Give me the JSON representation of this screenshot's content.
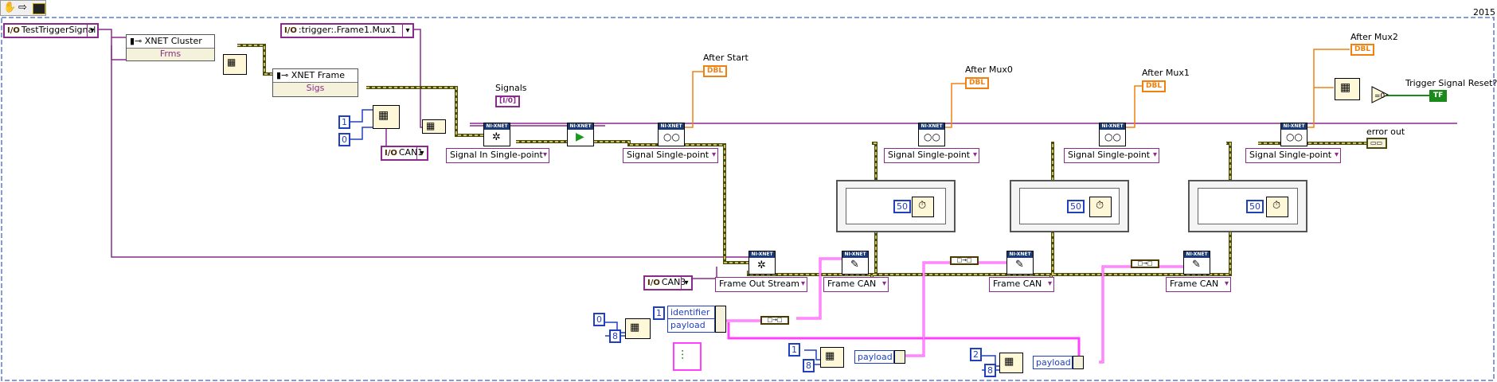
{
  "toolbar": {
    "version_label": "2015"
  },
  "controls": {
    "test_trigger_signal": "TestTriggerSignal",
    "trigger_frame_mux": ":trigger:.Frame1.Mux1",
    "can1": "CAN1",
    "can3": "CAN3"
  },
  "clusters": {
    "xnet_cluster": {
      "title": "XNET Cluster",
      "property": "Frms"
    },
    "xnet_frame": {
      "title": "XNET Frame",
      "property": "Sigs"
    }
  },
  "constants": {
    "array_index_1": "1",
    "array_index_0": "0",
    "wait_ms": [
      "50",
      "50",
      "50"
    ],
    "init_frame_value": "0",
    "init_frame_size": "8",
    "bundle_identifier": "1",
    "mux1_value": "1",
    "mux1_size": "8",
    "mux2_value": "2",
    "mux2_size": "8"
  },
  "node_modes": {
    "create_signal_in": "Signal In Single-point",
    "read_after_start": "Signal Single-point",
    "read_after_mux0": "Signal Single-point",
    "read_after_mux1": "Signal Single-point",
    "read_after_mux2": "Signal Single-point",
    "create_frame_out": "Frame Out Stream",
    "write_frame_1": "Frame CAN",
    "write_frame_2": "Frame CAN",
    "write_frame_3": "Frame CAN"
  },
  "bundle_fields": {
    "identifier": "identifier",
    "payload": "payload"
  },
  "payload_labels": [
    "payload",
    "payload"
  ],
  "indicators": {
    "signals": {
      "label": "Signals",
      "type": "[I/0]"
    },
    "after_start": {
      "label": "After Start",
      "type": "DBL"
    },
    "after_mux0": {
      "label": "After Mux0",
      "type": "DBL"
    },
    "after_mux1": {
      "label": "After Mux1",
      "type": "DBL"
    },
    "after_mux2": {
      "label": "After Mux2",
      "type": "DBL"
    },
    "trigger_reset": {
      "label": "Trigger Signal Reset?",
      "type": "TF"
    },
    "error_out": {
      "label": "error out",
      "type": ""
    }
  },
  "colors": {
    "refnum_wire": "#8a2a8a",
    "error_wire_dark": "#3a3a00",
    "error_wire_light": "#e8e070",
    "dbl_wire": "#f08010",
    "frame_wire": "#ff40ff",
    "int_wire": "#2040c0",
    "bool_wire": "#1a8a1a",
    "xnet_header": "#1a3a7a"
  }
}
